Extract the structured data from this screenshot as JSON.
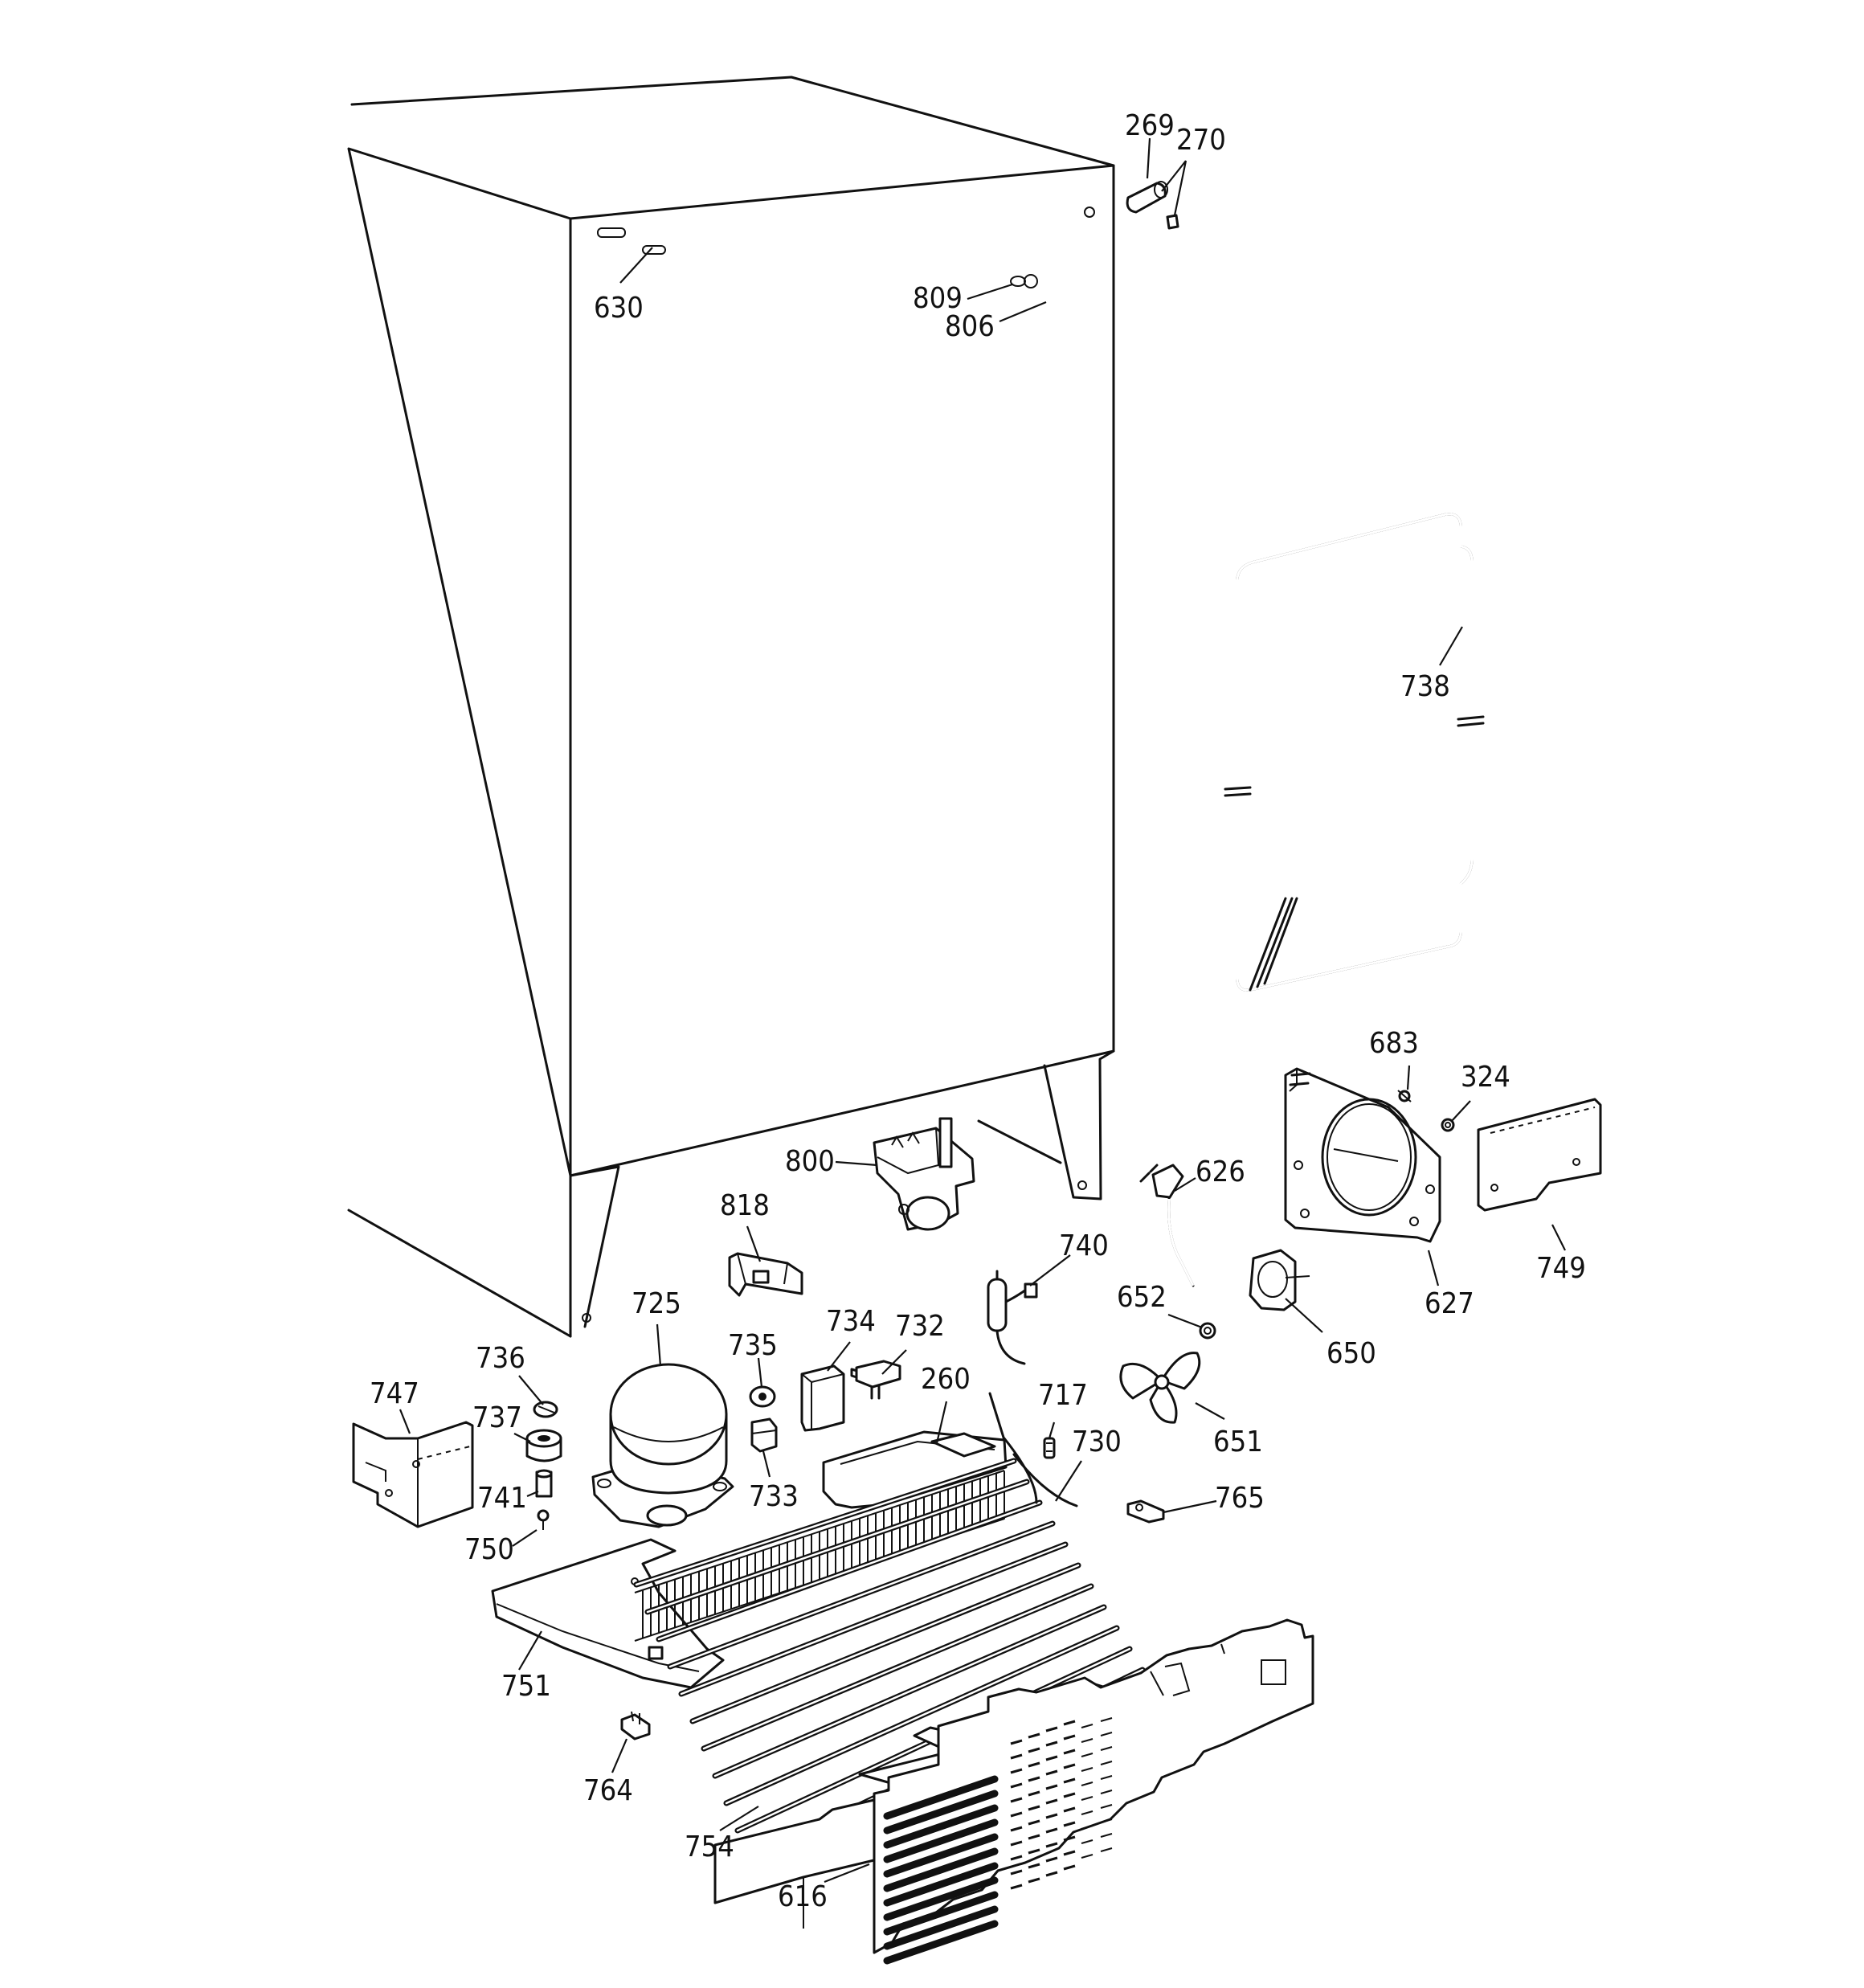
{
  "callouts": [
    {
      "id": "269",
      "label": "269"
    },
    {
      "id": "270",
      "label": "270"
    },
    {
      "id": "630",
      "label": "630"
    },
    {
      "id": "809",
      "label": "809"
    },
    {
      "id": "806",
      "label": "806"
    },
    {
      "id": "738",
      "label": "738"
    },
    {
      "id": "683",
      "label": "683"
    },
    {
      "id": "324",
      "label": "324"
    },
    {
      "id": "800",
      "label": "800"
    },
    {
      "id": "626",
      "label": "626"
    },
    {
      "id": "818",
      "label": "818"
    },
    {
      "id": "740",
      "label": "740"
    },
    {
      "id": "627",
      "label": "627"
    },
    {
      "id": "749",
      "label": "749"
    },
    {
      "id": "725",
      "label": "725"
    },
    {
      "id": "652",
      "label": "652"
    },
    {
      "id": "734",
      "label": "734"
    },
    {
      "id": "732",
      "label": "732"
    },
    {
      "id": "735",
      "label": "735"
    },
    {
      "id": "650",
      "label": "650"
    },
    {
      "id": "736",
      "label": "736"
    },
    {
      "id": "747",
      "label": "747"
    },
    {
      "id": "260",
      "label": "260"
    },
    {
      "id": "717",
      "label": "717"
    },
    {
      "id": "737",
      "label": "737"
    },
    {
      "id": "730",
      "label": "730"
    },
    {
      "id": "651",
      "label": "651"
    },
    {
      "id": "741",
      "label": "741"
    },
    {
      "id": "733",
      "label": "733"
    },
    {
      "id": "765",
      "label": "765"
    },
    {
      "id": "750",
      "label": "750"
    },
    {
      "id": "751",
      "label": "751"
    },
    {
      "id": "764",
      "label": "764"
    },
    {
      "id": "754",
      "label": "754"
    },
    {
      "id": "616",
      "label": "616"
    }
  ]
}
